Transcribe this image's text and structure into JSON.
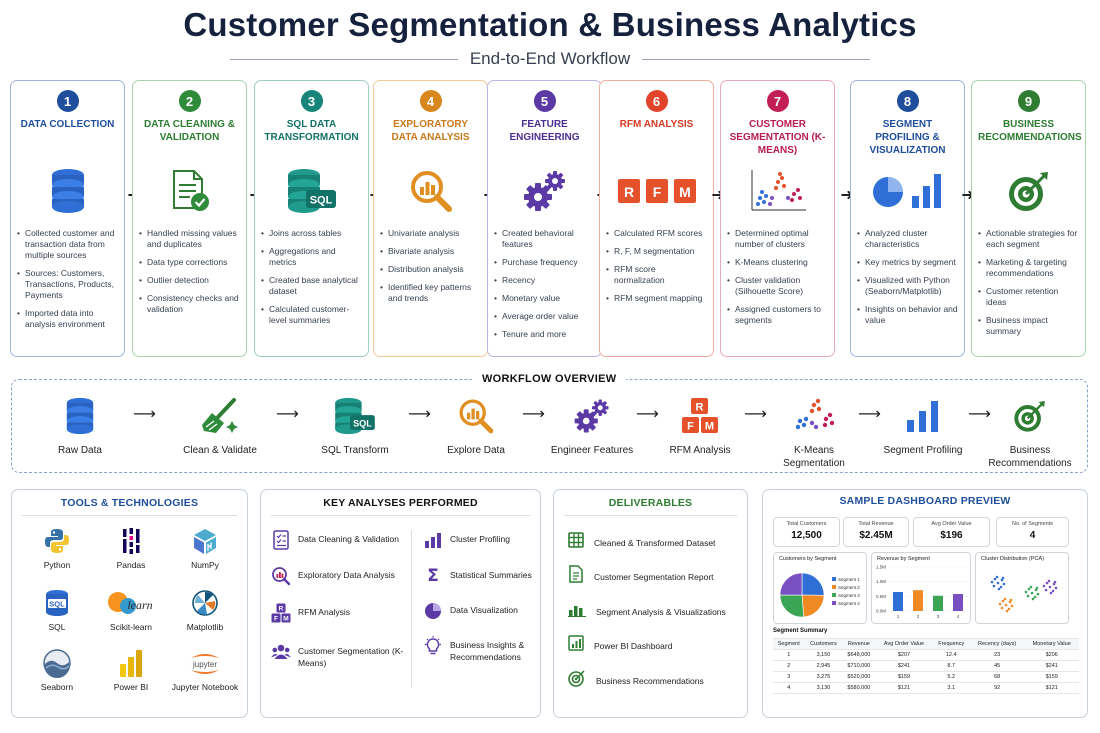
{
  "header": {
    "title": "Customer Segmentation & Business Analytics",
    "subtitle": "End-to-End Workflow"
  },
  "colors": {
    "step1": "#1f4e9c",
    "step2": "#2e8b3a",
    "step3": "#17857a",
    "step4": "#d9861c",
    "step5": "#5b3aa6",
    "step6": "#e1442a",
    "step7": "#c21f56",
    "step8": "#1f4e9c",
    "step9": "#2e7d32"
  },
  "steps": [
    {
      "num": "1",
      "title": "DATA COLLECTION",
      "icon": "database-icon",
      "bullets": [
        "Collected customer and transaction data from multiple sources",
        "Sources: Customers, Transactions, Products, Payments",
        "Imported data into analysis environment"
      ]
    },
    {
      "num": "2",
      "title": "DATA CLEANING & VALIDATION",
      "icon": "document-check-icon",
      "bullets": [
        "Handled missing values and duplicates",
        "Data type corrections",
        "Outlier detection",
        "Consistency checks and validation"
      ]
    },
    {
      "num": "3",
      "title": "SQL DATA TRANSFORMATION",
      "icon": "sql-database-icon",
      "icon_text": "SQL",
      "bullets": [
        "Joins across tables",
        "Aggregations and metrics",
        "Created base analytical dataset",
        "Calculated customer-level summaries"
      ]
    },
    {
      "num": "4",
      "title": "EXPLORATORY DATA ANALYSIS",
      "icon": "magnifier-chart-icon",
      "bullets": [
        "Univariate analysis",
        "Bivariate analysis",
        "Distribution analysis",
        "Identified key patterns and trends"
      ]
    },
    {
      "num": "5",
      "title": "FEATURE ENGINEERING",
      "icon": "gears-icon",
      "bullets": [
        "Created behavioral features",
        "Purchase frequency",
        "Recency",
        "Monetary value",
        "Average order value",
        "Tenure and more"
      ]
    },
    {
      "num": "6",
      "title": "RFM ANALYSIS",
      "icon": "rfm-icon",
      "icon_letters": [
        "R",
        "F",
        "M"
      ],
      "bullets": [
        "Calculated RFM scores",
        "R, F, M segmentation",
        "RFM score normalization",
        "RFM segment mapping"
      ]
    },
    {
      "num": "7",
      "title": "CUSTOMER SEGMENTATION (K-MEANS)",
      "icon": "scatter-clusters-icon",
      "bullets": [
        "Determined optimal number of clusters",
        "K-Means clustering",
        "Cluster validation (Silhouette Score)",
        "Assigned customers to segments"
      ]
    },
    {
      "num": "8",
      "title": "SEGMENT PROFILING & VISUALIZATION",
      "icon": "pie-bar-chart-icon",
      "bullets": [
        "Analyzed cluster characteristics",
        "Key metrics by segment",
        "Visualized with Python (Seaborn/Matplotlib)",
        "Insights on behavior and value"
      ]
    },
    {
      "num": "9",
      "title": "BUSINESS RECOMMENDATIONS",
      "icon": "target-icon",
      "bullets": [
        "Actionable strategies for each segment",
        "Marketing & targeting recommendations",
        "Customer retention ideas",
        "Business impact summary"
      ]
    }
  ],
  "overview": {
    "title": "WORKFLOW OVERVIEW",
    "items": [
      {
        "label": "Raw Data",
        "icon": "database-icon"
      },
      {
        "label": "Clean & Validate",
        "icon": "broom-icon"
      },
      {
        "label": "SQL Transform",
        "icon": "sql-database-icon"
      },
      {
        "label": "Explore Data",
        "icon": "magnifier-chart-icon"
      },
      {
        "label": "Engineer Features",
        "icon": "gears-icon"
      },
      {
        "label": "RFM Analysis",
        "icon": "rfm-icon"
      },
      {
        "label": "K-Means Segmentation",
        "icon": "scatter-clusters-icon"
      },
      {
        "label": "Segment Profiling",
        "icon": "bar-chart-icon"
      },
      {
        "label": "Business Recommendations",
        "icon": "target-icon"
      }
    ]
  },
  "tools": {
    "title": "TOOLS & TECHNOLOGIES",
    "items": [
      {
        "label": "Python",
        "icon": "python-icon"
      },
      {
        "label": "Pandas",
        "icon": "pandas-icon"
      },
      {
        "label": "NumPy",
        "icon": "numpy-icon"
      },
      {
        "label": "SQL",
        "icon": "sql-icon"
      },
      {
        "label": "Scikit-learn",
        "icon": "scikit-learn-icon"
      },
      {
        "label": "Matplotlib",
        "icon": "matplotlib-icon"
      },
      {
        "label": "Seaborn",
        "icon": "seaborn-icon"
      },
      {
        "label": "Power BI",
        "icon": "power-bi-icon"
      },
      {
        "label": "Jupyter Notebook",
        "icon": "jupyter-icon"
      }
    ]
  },
  "key_analyses": {
    "title": "KEY ANALYSES PERFORMED",
    "items": [
      {
        "label": "Data Cleaning & Validation",
        "icon": "checklist-icon"
      },
      {
        "label": "Exploratory Data Analysis",
        "icon": "magnifier-chart-icon"
      },
      {
        "label": "RFM Analysis",
        "icon": "rfm-icon"
      },
      {
        "label": "Customer Segmentation (K-Means)",
        "icon": "users-icon"
      },
      {
        "label": "Cluster Profiling",
        "icon": "bar-chart-icon"
      },
      {
        "label": "Statistical Summaries",
        "icon": "sigma-icon"
      },
      {
        "label": "Data Visualization",
        "icon": "pie-chart-icon"
      },
      {
        "label": "Business Insights & Recommendations",
        "icon": "lightbulb-icon"
      }
    ]
  },
  "deliverables": {
    "title": "DELIVERABLES",
    "items": [
      {
        "label": "Cleaned & Transformed Dataset",
        "icon": "table-icon"
      },
      {
        "label": "Customer Segmentation Report",
        "icon": "document-icon"
      },
      {
        "label": "Segment Analysis & Visualizations",
        "icon": "bar-chart-icon"
      },
      {
        "label": "Power BI Dashboard",
        "icon": "dashboard-icon"
      },
      {
        "label": "Business Recommendations",
        "icon": "target-icon"
      }
    ]
  },
  "dashboard": {
    "title": "SAMPLE DASHBOARD PREVIEW",
    "kpis": [
      {
        "label": "Total Customers",
        "value": "12,500"
      },
      {
        "label": "Total Revenue",
        "value": "$2.45M"
      },
      {
        "label": "Avg Order Value",
        "value": "$196"
      },
      {
        "label": "No. of Segments",
        "value": "4"
      }
    ],
    "pie": {
      "title": "Customers by Segment",
      "legend": [
        "Segment 1",
        "Segment 2",
        "Segment 3",
        "Segment 4"
      ],
      "values": [
        3150,
        2945,
        3275,
        3130
      ],
      "colors": [
        "#2f6fd6",
        "#f08a24",
        "#3aa655",
        "#7a4fc2"
      ]
    },
    "bar": {
      "title": "Revenue by Segment",
      "ticks": [
        "1.5M",
        "1.0M",
        "0.5M",
        "0.0M"
      ],
      "categories": [
        "1",
        "2",
        "3",
        "4"
      ],
      "values": [
        648,
        710,
        520,
        580
      ],
      "ymax": 1500,
      "colors": [
        "#2f6fd6",
        "#f08a24",
        "#3aa655",
        "#7a4fc2"
      ]
    },
    "scatter": {
      "title": "Cluster Distribution (PCA)"
    },
    "table": {
      "title": "Segment Summary",
      "headers": [
        "Segment",
        "Customers",
        "Revenue",
        "Avg Order Value",
        "Frequency",
        "Recency (days)",
        "Monetary Value"
      ],
      "rows": [
        [
          "1",
          "3,150",
          "$648,000",
          "$207",
          "12.4",
          "23",
          "$206"
        ],
        [
          "2",
          "2,945",
          "$710,000",
          "$241",
          "8.7",
          "45",
          "$241"
        ],
        [
          "3",
          "3,275",
          "$520,000",
          "$159",
          "5.2",
          "68",
          "$159"
        ],
        [
          "4",
          "3,130",
          "$580,000",
          "$121",
          "3.1",
          "92",
          "$121"
        ]
      ]
    }
  }
}
